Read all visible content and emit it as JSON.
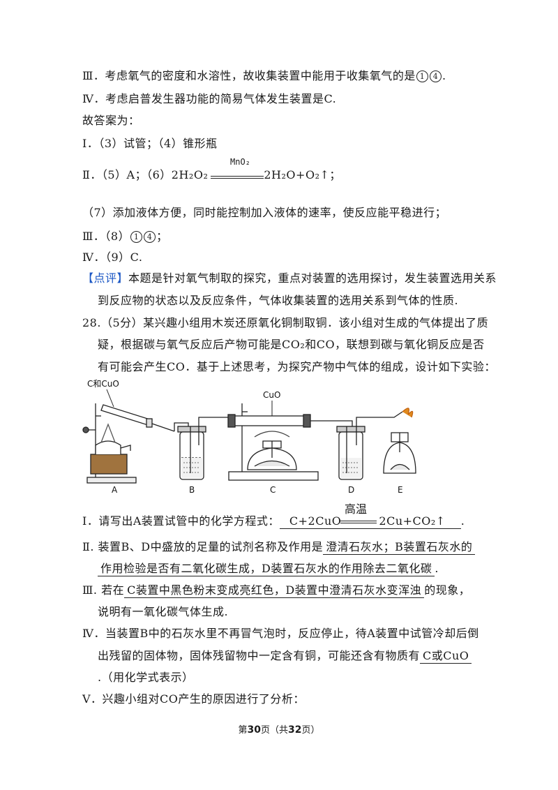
{
  "lines": {
    "l1": "Ⅲ．考虑氧气的密度和水溶性，故收集装置中能用于收集氧气的是",
    "l1_c1": "1",
    "l1_c2": "4",
    "l1_end": ".",
    "l2": "Ⅳ．考虑启普发生器功能的简易气体发生装置是C.",
    "l3": "故答案为：",
    "l4": "Ⅰ．（3）试管；（4）锥形瓶",
    "l5_pre": "Ⅱ．（5）A；（6）2H₂O₂",
    "l5_cat": "MnO₂",
    "l5_post": "2H₂O+O₂↑；",
    "l6": "（7）添加液体方便，同时能控制加入液体的速率，使反应能平稳进行；",
    "l7_pre": "Ⅲ．（8）",
    "l7_c1": "1",
    "l7_c2": "4",
    "l7_end": "；",
    "l8": "Ⅳ．（9）C.",
    "l9_tag": "【点评】",
    "l9": "本题是针对氧气制取的探究，重点对装置的选用探讨，发生装置选用关系",
    "l10": "到反应物的状态以及反应条件，气体收集装置的选用关系到气体的性质.",
    "l11": "28.（5分）某兴趣小组用木炭还原氧化铜制取铜．该小组对生成的气体提出了质",
    "l12": "疑，根据碳与氧气反应后产物可能是CO₂和CO，联想到碳与氧化铜反应是否",
    "l13": "有可能会产生CO．基于上述思考，为探究产物中气体的组成，设计如下实验："
  },
  "diagram": {
    "top_label": "C和CuO",
    "cuo_label": "CuO",
    "labels": [
      "A",
      "B",
      "C",
      "D",
      "E"
    ]
  },
  "q1": {
    "pre": "Ⅰ．请写出A装置试管中的化学方程式：",
    "left": "C+2CuO",
    "cond": "高温",
    "right": "2Cu+CO₂↑",
    "end": "."
  },
  "q2": {
    "pre": "Ⅱ. 装置B、D中盛放的足量的试剂名称及作用是",
    "ans1": "澄清石灰水；B装置石灰水的",
    "ans2": "作用检验是否有二氧化碳生成，D装置石灰水的作用除去二氧化碳",
    "end": "."
  },
  "q3": {
    "pre": "Ⅲ. 若在",
    "ans": "C装置中黑色粉末变成亮红色，D装置中澄清石灰水变浑浊",
    "post": "的现象，",
    "line2": "说明有一氧化碳气体生成."
  },
  "q4": {
    "l1": "Ⅳ．当装置B中的石灰水里不再冒气泡时，反应停止，待A装置中试管冷却后倒",
    "l2_pre": "出残留的固体物，固体残留物中一定含有铜，可能还含有物质有",
    "ans": "C或CuO",
    "l3": ".（用化学式表示）"
  },
  "q5": "Ⅴ．兴趣小组对CO产生的原因进行了分析：",
  "footer": {
    "pre": "第",
    "page": "30",
    "mid": "页（共",
    "total": "32",
    "post": "页）"
  }
}
